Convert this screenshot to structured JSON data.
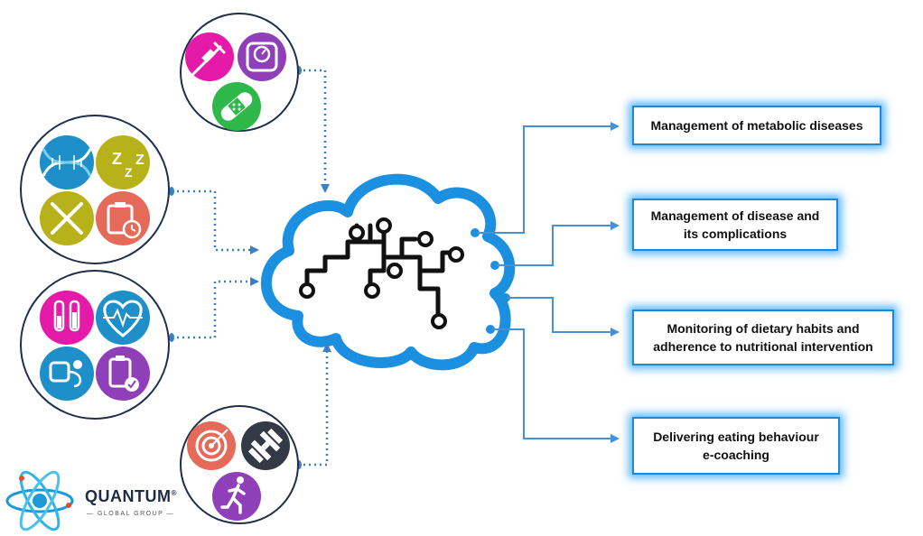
{
  "outcomes": [
    {
      "label": "Management of metabolic diseases"
    },
    {
      "label": "Management of disease and\nits complications"
    },
    {
      "label": "Monitoring of dietary habits and\nadherence to nutritional intervention"
    },
    {
      "label": "Delivering eating behaviour\ne-coaching"
    }
  ],
  "input_groups": [
    {
      "icons": [
        "syringe-icon",
        "weighing-scale-icon",
        "bandage-icon"
      ]
    },
    {
      "icons": [
        "dna-icon",
        "sleep-icon",
        "fork-knife-icon",
        "clipboard-timer-icon"
      ]
    },
    {
      "icons": [
        "test-tubes-icon",
        "heart-rate-icon",
        "blood-pressure-icon",
        "medical-clipboard-icon"
      ]
    },
    {
      "icons": [
        "target-icon",
        "dumbbell-icon",
        "running-person-icon"
      ]
    }
  ],
  "central_element": {
    "icon": "ai-brain-cloud-circuit-icon"
  },
  "logo": {
    "name": "QUANTUM",
    "reg": "®",
    "subtitle": "— GLOBAL GROUP —"
  },
  "colors": {
    "arrow": "#4a8fd1",
    "dotted_connector": "#3b7fc4",
    "cloud_outline": "#1b8fe0",
    "circle_border": "#1f2f4a",
    "magenta": "#e51aa9",
    "purple": "#8f3fb8",
    "green": "#2eb84a",
    "teal_blue": "#1e8fc8",
    "olive": "#b8b21a",
    "salmon": "#e66a5a",
    "dark_slate": "#333a45"
  }
}
